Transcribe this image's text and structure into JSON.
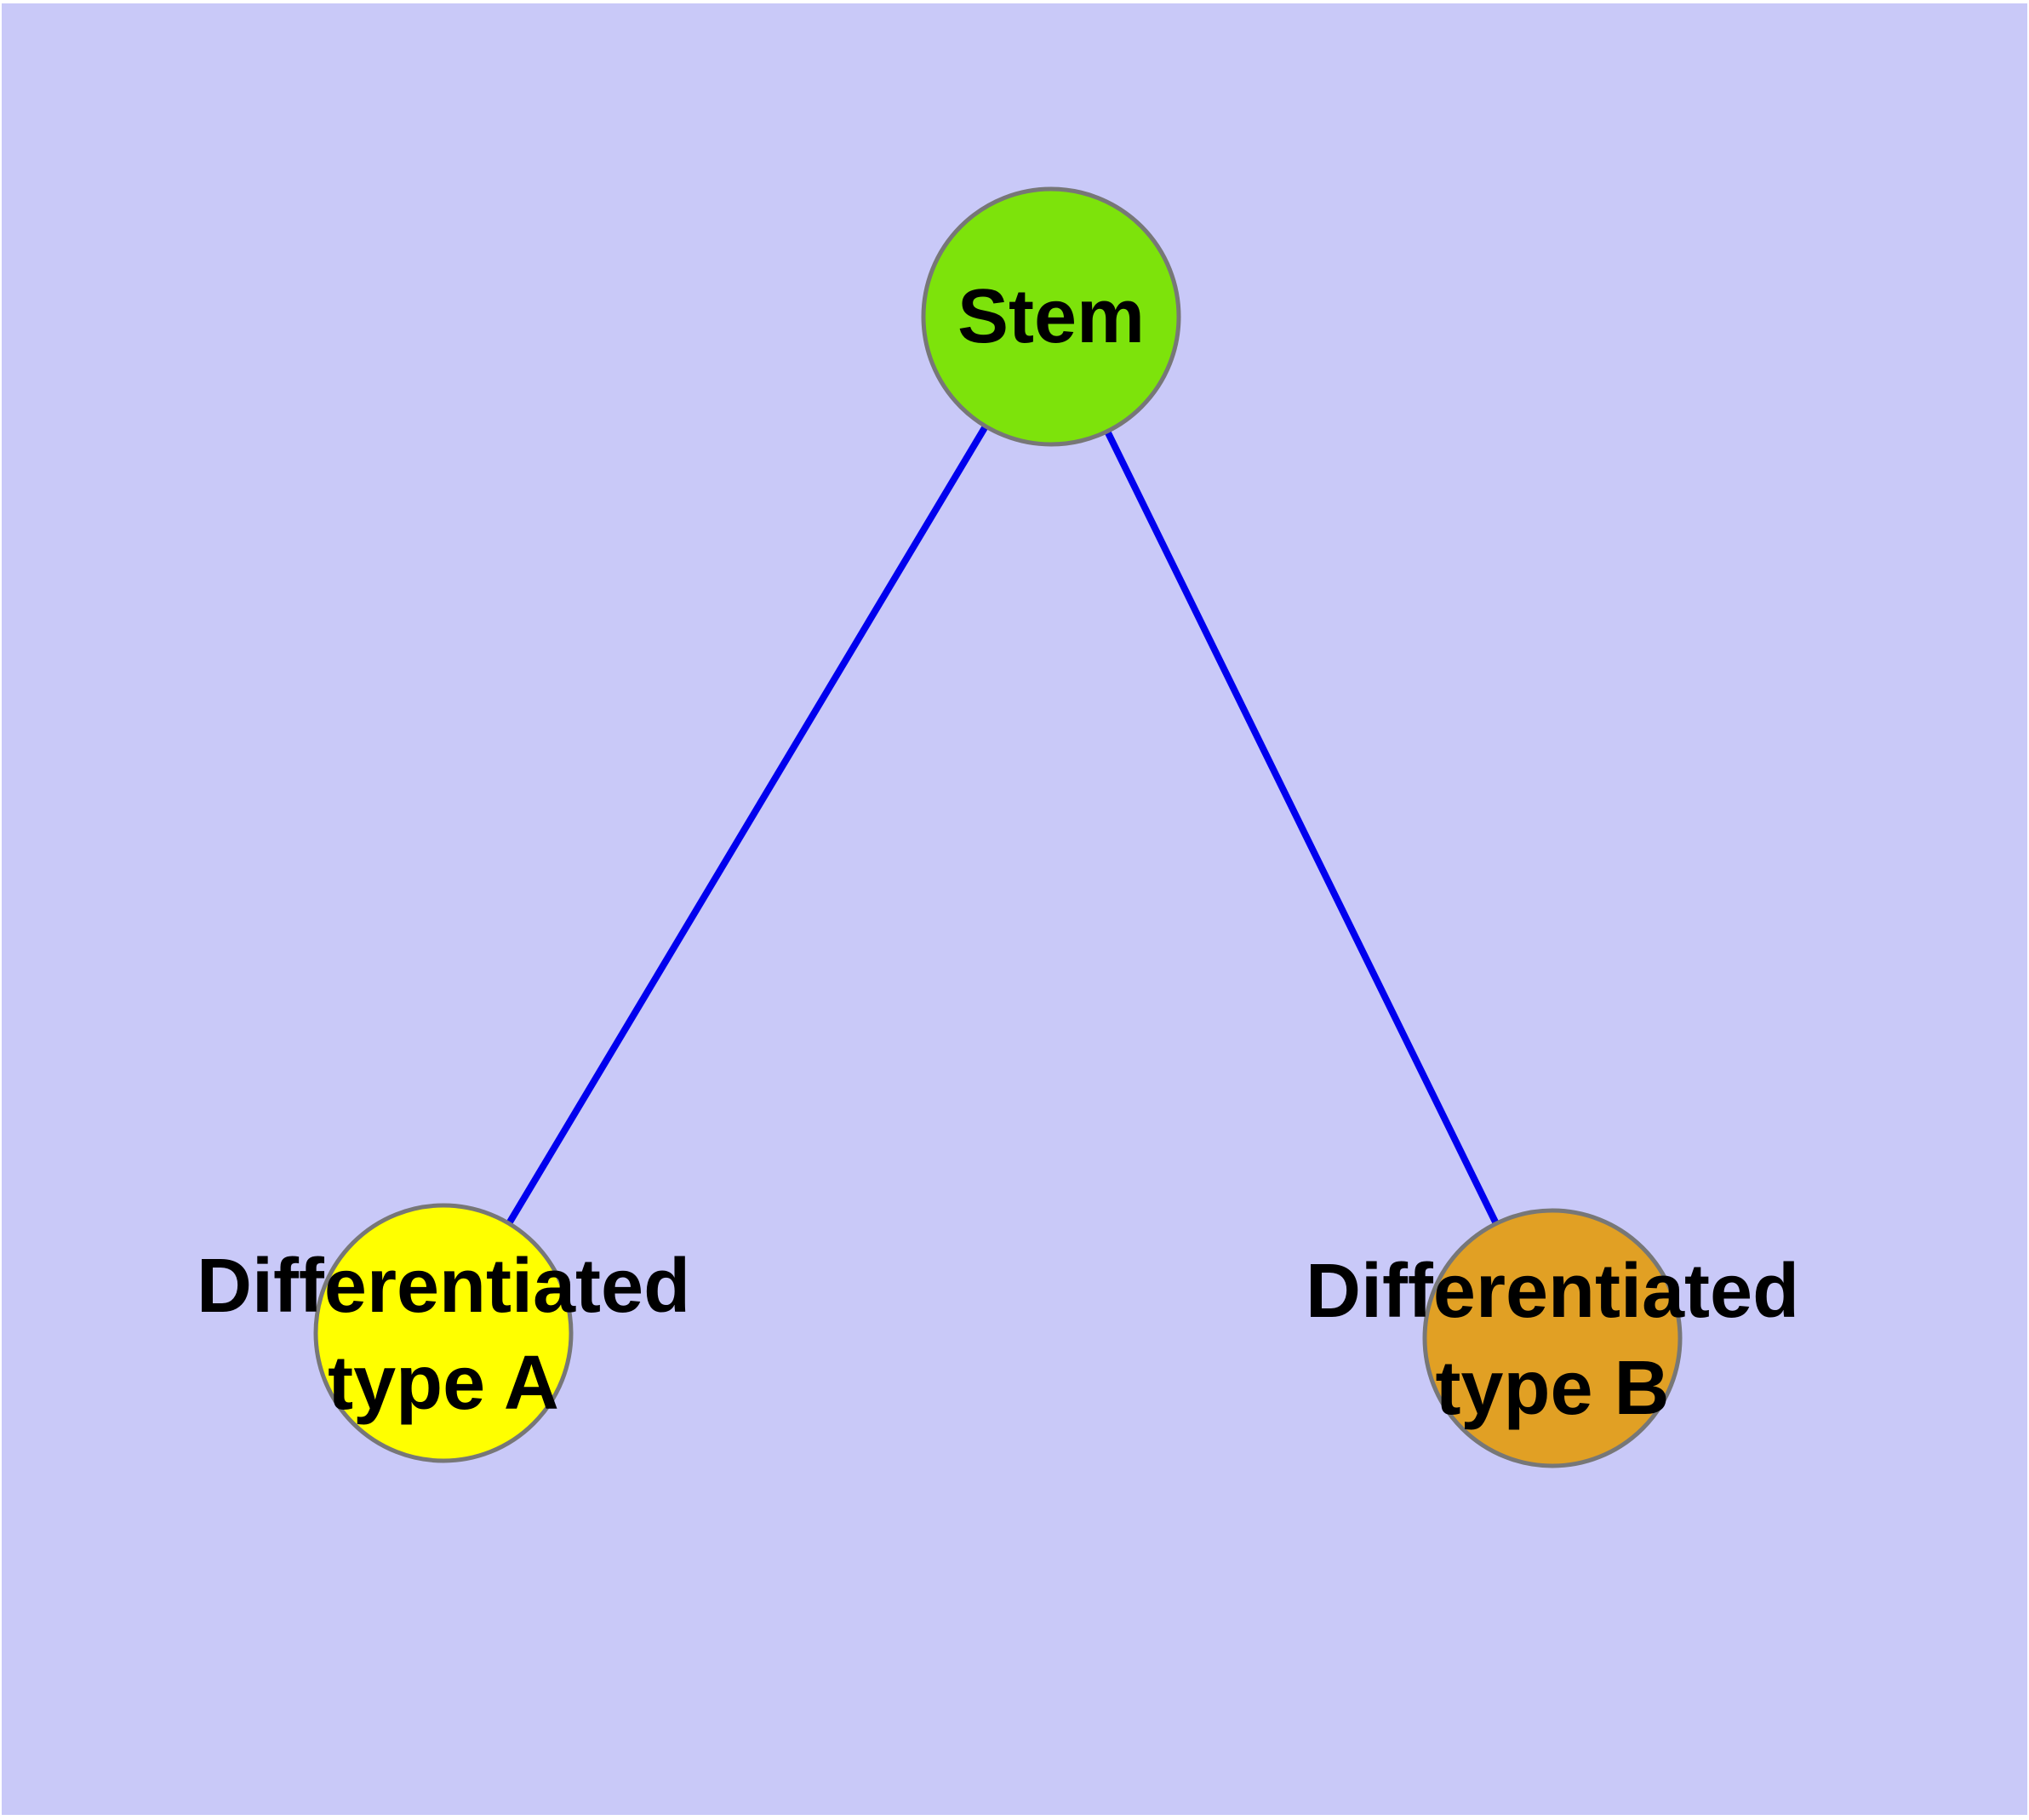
{
  "colors": {
    "background": "#c9c9f8",
    "page_margin": "#ffffff",
    "edge": "#0000ee",
    "node_border": "#777777",
    "text": "#000000"
  },
  "nodes": {
    "stem": {
      "label": "Stem",
      "fill": "#7de30b"
    },
    "type_a": {
      "label_line1": "Differentiated",
      "label_line2": "type A",
      "fill": "#ffff00"
    },
    "type_b": {
      "label_line1": "Differentiated",
      "label_line2": "type B",
      "fill": "#e1a024"
    }
  },
  "edges": {
    "list": [
      {
        "from": "Stem",
        "to": "Differentiated type A"
      },
      {
        "from": "Stem",
        "to": "Differentiated type B"
      }
    ]
  }
}
